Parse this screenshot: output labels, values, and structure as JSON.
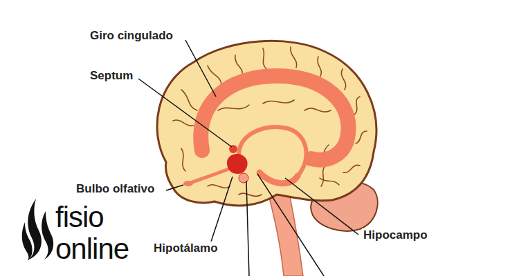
{
  "diagram": {
    "labels": [
      "Giro cingulado",
      "Septum",
      "Bulbo olfativo",
      "Hipotálamo",
      "Hipocampo",
      "fisio",
      "online"
    ]
  }
}
